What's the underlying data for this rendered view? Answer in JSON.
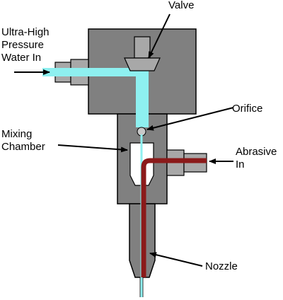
{
  "labels": {
    "valve": "Valve",
    "water_in_line1": "Ultra-High",
    "water_in_line2": "Pressure",
    "water_in_line3": "Water In",
    "orifice": "Orifice",
    "mixing_line1": "Mixing",
    "mixing_line2": "Chamber",
    "abrasive_line1": "Abrasive",
    "abrasive_line2": "In",
    "nozzle": "Nozzle"
  },
  "colors": {
    "body": "#808080",
    "outline": "#000000",
    "water": "#8ef0f0",
    "abrasive": "#8b1a1a",
    "chamber": "#ffffff",
    "fitting": "#a8a8a8"
  }
}
